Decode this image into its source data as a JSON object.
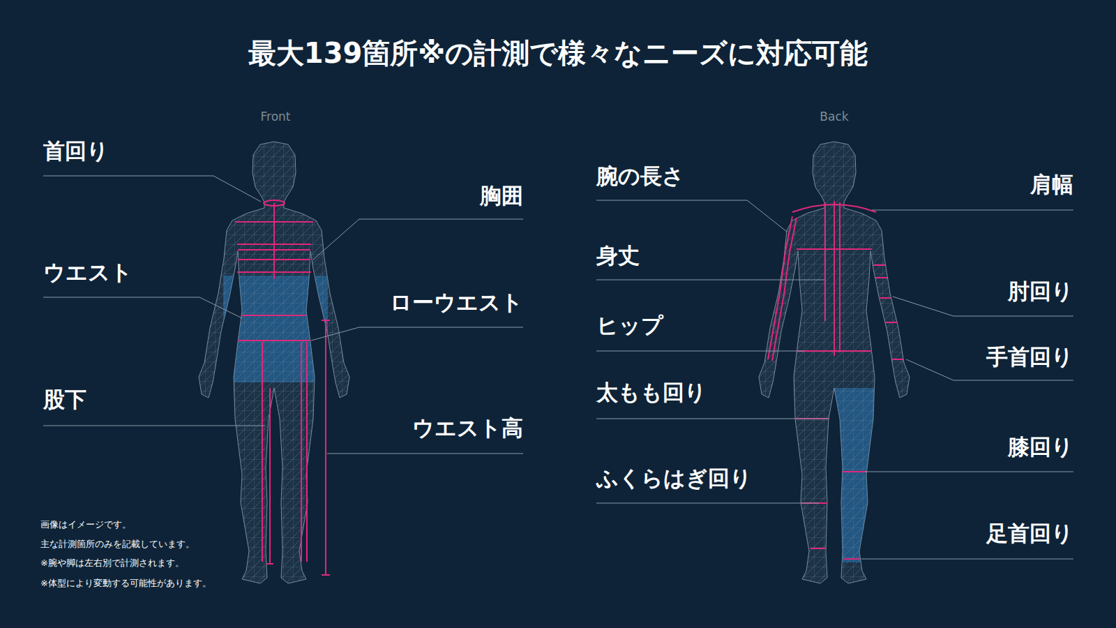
{
  "diagram": {
    "title": "最大139箇所※の計測で様々なニーズに対応可能",
    "labels": [
      "Front",
      "Back",
      "首回り",
      "胸囲",
      "ウエスト",
      "ローウエスト",
      "股下",
      "ウエスト高",
      "画像はイメージです。",
      "主な計測箇所のみを記載しています。",
      "※腕や脚は左右別で計測されます。",
      "※体型により変動する可能性があります。",
      "腕の長さ",
      "肩幅",
      "身丈",
      "肘回り",
      "ヒップ",
      "手首回り",
      "太もも回り",
      "膝回り",
      "ふくらはぎ回り",
      "足首回り"
    ]
  }
}
